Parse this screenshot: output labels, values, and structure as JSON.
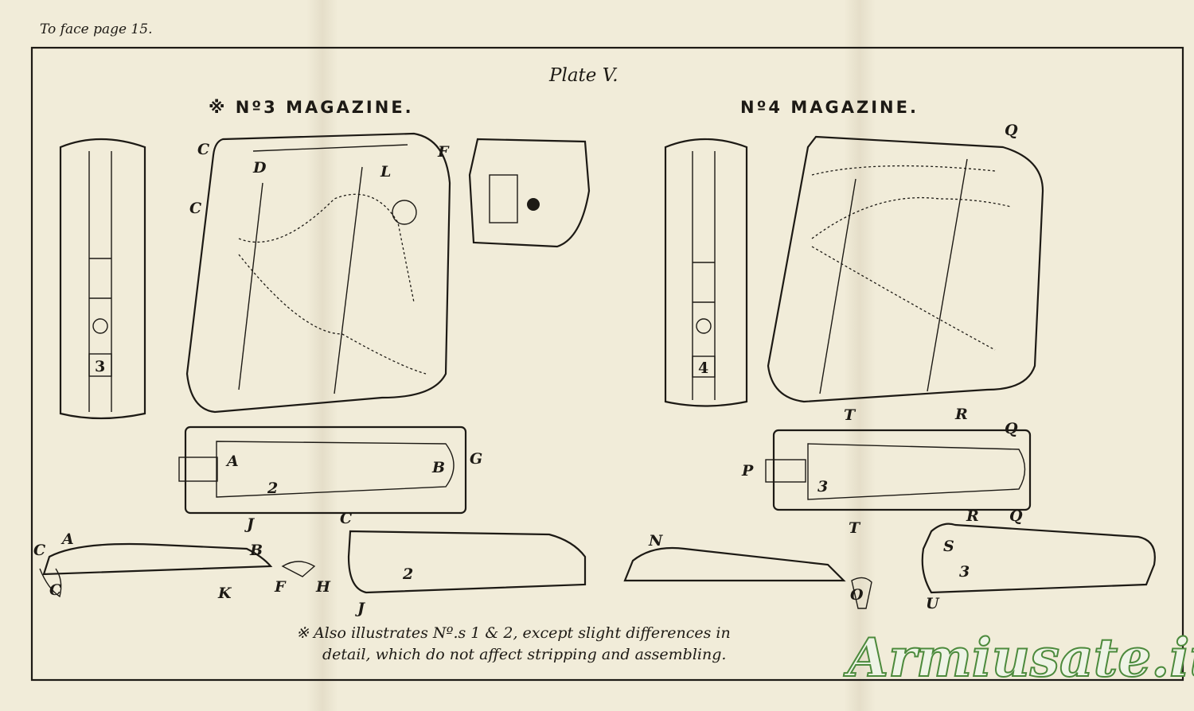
{
  "page_note": "To face page 15.",
  "plate_title": "Plate V.",
  "headings": {
    "left": "※ Nº3 MAGAZINE.",
    "right": "Nº4 MAGAZINE."
  },
  "side_view_numbers": {
    "left": "3",
    "right": "4"
  },
  "labels_no3_side": [
    "C",
    "D",
    "C",
    "L",
    "F"
  ],
  "labels_no4_side": [
    "Q"
  ],
  "labels_no3_top": [
    "A",
    "B",
    "G",
    "J",
    "2"
  ],
  "labels_no4_top": [
    "T",
    "R",
    "Q",
    "P",
    "3",
    "R",
    "Q",
    "T"
  ],
  "labels_parts_left": [
    "A",
    "C",
    "B",
    "C",
    "K",
    "F",
    "H",
    "C",
    "J",
    "2"
  ],
  "labels_parts_right": [
    "N",
    "O",
    "S",
    "3",
    "U"
  ],
  "footnote": {
    "line1": "※ Also illustrates Nº.s 1 & 2, except slight differences in",
    "line2": "detail, which do not affect stripping and assembling."
  },
  "watermark": "Armiusate.it"
}
